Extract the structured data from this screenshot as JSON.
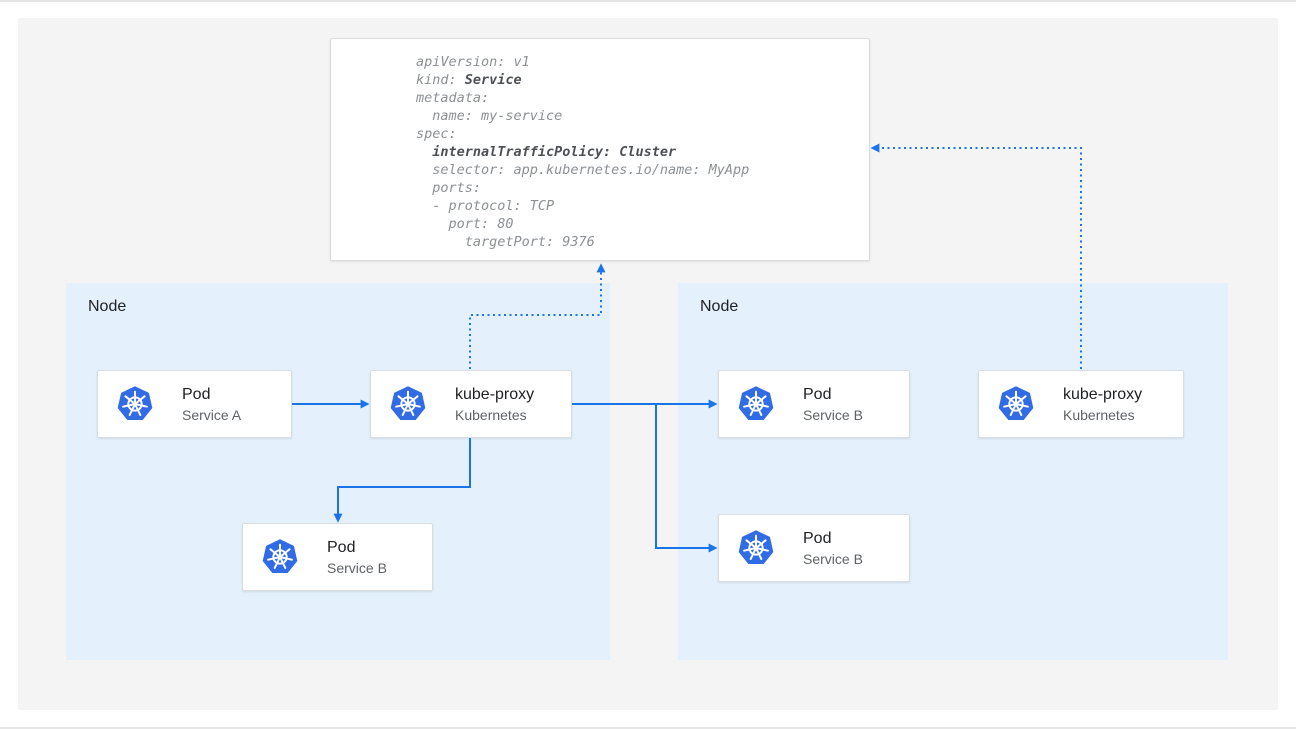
{
  "colors": {
    "arrow": "#1a73e8",
    "panel_bg": "#f4f4f4",
    "node_bg": "#e4f1fc",
    "k8s_blue": "#326ce5",
    "card_border": "#dadce0",
    "yaml_text": "#8b9095",
    "yaml_bold": "#4d5156",
    "title_text": "#202124",
    "subtitle_text": "#5f6368"
  },
  "yaml_box": {
    "lines": [
      {
        "text": "apiVersion: v1"
      },
      {
        "pre": "kind: ",
        "bold": "Service"
      },
      {
        "text": "metadata:"
      },
      {
        "text": "  name: my-service"
      },
      {
        "text": "spec:"
      },
      {
        "pre": "  ",
        "bold": "internalTrafficPolicy: Cluster"
      },
      {
        "text": "  selector: app.kubernetes.io/name: MyApp"
      },
      {
        "text": "  ports:"
      },
      {
        "text": "  - protocol: TCP"
      },
      {
        "text": "    port: 80"
      },
      {
        "text": "      targetPort: 9376"
      }
    ]
  },
  "nodes": {
    "left": {
      "label": "Node"
    },
    "right": {
      "label": "Node"
    }
  },
  "cards": {
    "pod_service_a": {
      "title": "Pod",
      "subtitle": "Service A"
    },
    "kube_proxy_left": {
      "title": "kube-proxy",
      "subtitle": "Kubernetes"
    },
    "pod_service_b_left": {
      "title": "Pod",
      "subtitle": "Service B"
    },
    "pod_service_b_right_top": {
      "title": "Pod",
      "subtitle": "Service B"
    },
    "pod_service_b_right_bot": {
      "title": "Pod",
      "subtitle": "Service B"
    },
    "kube_proxy_right": {
      "title": "kube-proxy",
      "subtitle": "Kubernetes"
    }
  }
}
